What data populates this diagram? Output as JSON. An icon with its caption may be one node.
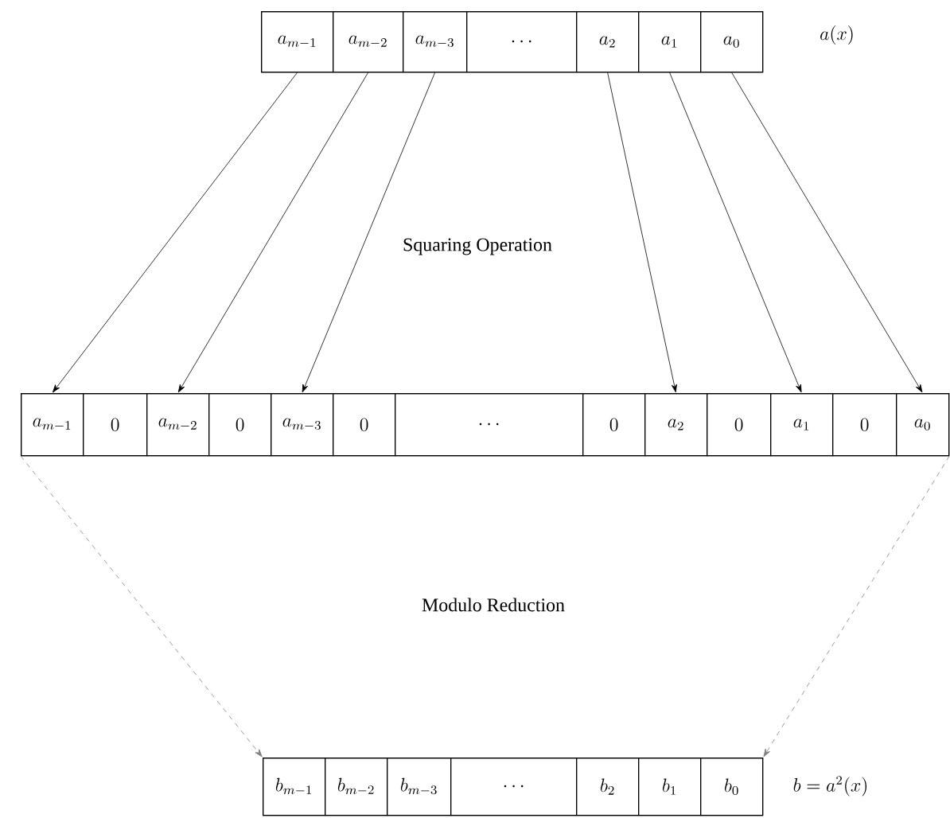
{
  "diagram": {
    "nodes": [
      {
        "text": [],
        "shape": "box"
      },
      {
        "text": [
          "a_{m-1}"
        ],
        "in": 0
      },
      {
        "text": [
          "a_{m-2}"
        ],
        "in": 0
      },
      {
        "text": [
          "a_{m-3}"
        ],
        "in": 0
      },
      {
        "text": [
          "\\cdots"
        ],
        "in": 0
      },
      {
        "text": [
          "a_2"
        ],
        "in": 0
      },
      {
        "text": [
          "a_1"
        ],
        "in": 0
      },
      {
        "text": [
          "a_0"
        ],
        "in": 0
      },
      {
        "text": [],
        "shape": "box"
      },
      {
        "text": [
          "a_{m-1}"
        ],
        "in": 8
      },
      {
        "text": [
          "0"
        ],
        "in": 8
      },
      {
        "text": [
          "a_{m-2}"
        ],
        "in": 8
      },
      {
        "text": [
          "0"
        ],
        "in": 8
      },
      {
        "text": [
          "a_{m-3}"
        ],
        "in": 8
      },
      {
        "text": [
          "0"
        ],
        "in": 8
      },
      {
        "text": [
          "\\cdots"
        ],
        "in": 8
      },
      {
        "text": [
          "0"
        ],
        "in": 8
      },
      {
        "text": [
          "a_2"
        ],
        "in": 8
      },
      {
        "text": [
          "0"
        ],
        "in": 8
      },
      {
        "text": [
          "a_1"
        ],
        "in": 8
      },
      {
        "text": [
          "0"
        ],
        "in": 8
      },
      {
        "text": [
          "a_0"
        ],
        "in": 8
      },
      {
        "text": [],
        "shape": "box"
      },
      {
        "text": [
          "b_{m-1}"
        ],
        "in": 22
      },
      {
        "text": [
          "b_{m-2}"
        ],
        "in": 22
      },
      {
        "text": [
          "b_{m-3}"
        ],
        "in": 22
      },
      {
        "text": [
          "\\cdots"
        ],
        "in": 22
      },
      {
        "text": [
          "b_2"
        ],
        "in": 22
      },
      {
        "text": [
          "b_1"
        ],
        "in": 22
      },
      {
        "text": [
          "b_0"
        ],
        "in": 22
      }
    ],
    "edges": [
      {
        "from": 1,
        "to": 9,
        "arrow": "to"
      },
      {
        "from": 2,
        "to": 11,
        "arrow": "to"
      },
      {
        "from": 3,
        "to": 13,
        "arrow": "to"
      },
      {
        "from": 5,
        "to": 17,
        "arrow": "to"
      },
      {
        "from": 6,
        "to": 19,
        "arrow": "to"
      },
      {
        "from": 7,
        "to": 21,
        "arrow": "to"
      },
      {
        "from": 8,
        "to": 22,
        "arrow": "to",
        "style": "dashed",
        "color": "#808080"
      },
      {
        "from": 8,
        "to": 22,
        "arrow": "to",
        "style": "dashed",
        "color": "#808080"
      }
    ],
    "labels": [
      "a(x)",
      "Squaring Operation",
      "Modulo Reduction",
      "b=a^2(x)"
    ]
  }
}
